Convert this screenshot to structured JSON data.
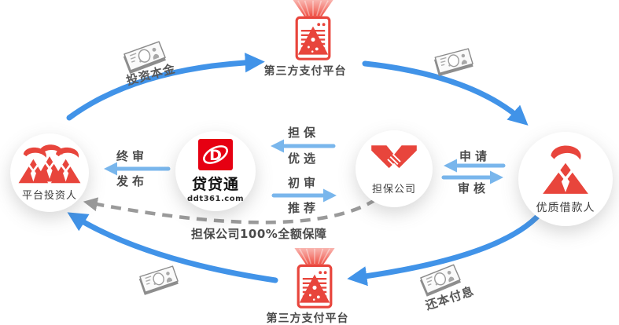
{
  "colors": {
    "arc_blue": "#4193e8",
    "arrow_blue_light": "#79b6ec",
    "icon_red": "#e8453c",
    "logo_red": "#e60012",
    "money_gray": "#8e8e8e",
    "text_dark": "#4a4a4a"
  },
  "nodes": {
    "payment_top": {
      "label": "第三方支付平台"
    },
    "payment_bottom": {
      "label": "第三方支付平台"
    },
    "investors": {
      "label": "平台投资人"
    },
    "brand": {
      "name": "贷贷通",
      "domain": "ddt361.com",
      "monogram": "D"
    },
    "guarantee": {
      "label": "担保公司"
    },
    "borrower": {
      "label": "优质借款人"
    }
  },
  "flows": {
    "invest_principal": "投资本金",
    "final_review": "终审",
    "publish": "发布",
    "guarantee": "担保",
    "preferred": "优选",
    "initial_review": "初审",
    "recommend": "推荐",
    "apply": "申请",
    "review": "审核",
    "repay_principal_interest": "还本付息",
    "full_guarantee": "担保公司100%全额保障"
  }
}
